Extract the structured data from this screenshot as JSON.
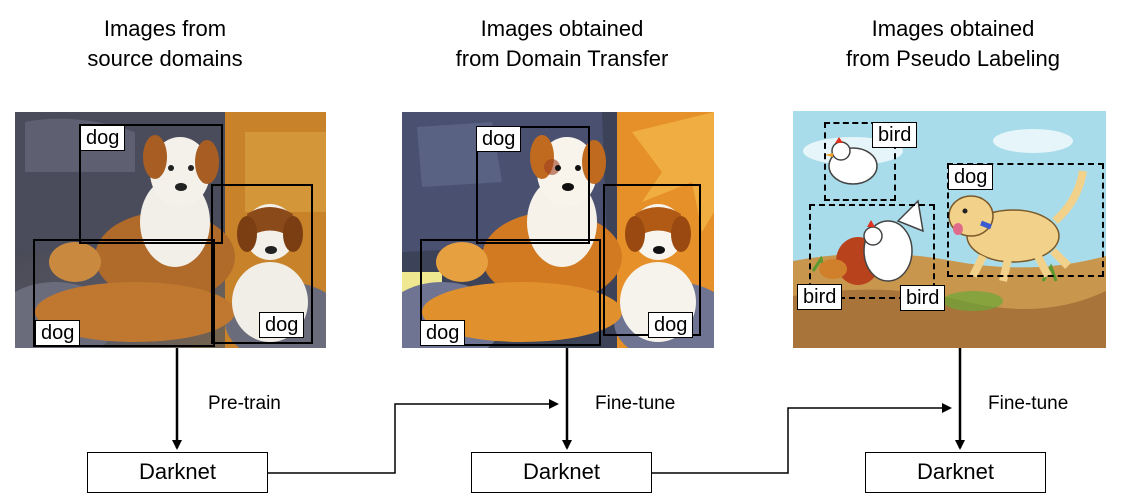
{
  "columns": [
    {
      "title_line1": "Images from",
      "title_line2": "source domains"
    },
    {
      "title_line1": "Images obtained",
      "title_line2": "from Domain Transfer"
    },
    {
      "title_line1": "Images obtained",
      "title_line2": "from Pseudo Labeling"
    }
  ],
  "labels": {
    "dog": "dog",
    "bird": "bird"
  },
  "networks": [
    "Darknet",
    "Darknet",
    "Darknet"
  ],
  "steps": [
    "Pre-train",
    "Fine-tune",
    "Fine-tune"
  ],
  "colors": {
    "line": "#000000",
    "background": "#ffffff"
  }
}
